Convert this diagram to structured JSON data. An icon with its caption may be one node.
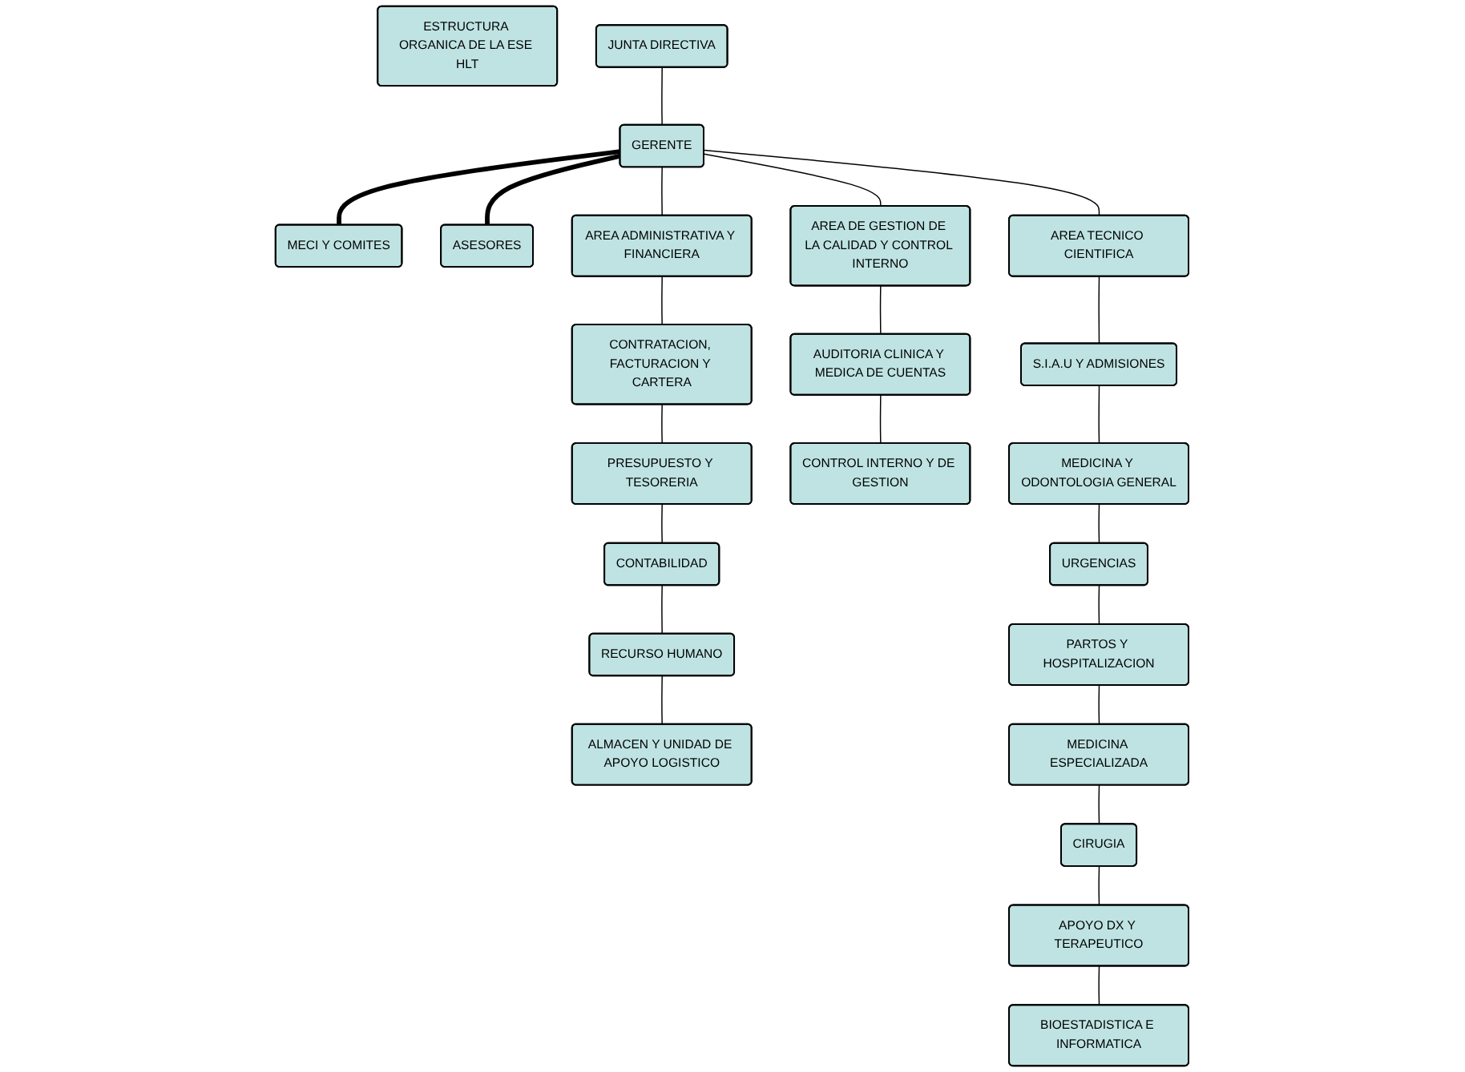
{
  "diagram": {
    "nodes": [
      {
        "text": [
          "ESTRUCTURA ORGANICA DE LA ESE HLT"
        ]
      },
      {
        "text": [
          "JUNTA DIRECTIVA"
        ]
      },
      {
        "text": [
          "GERENTE"
        ]
      },
      {
        "text": [
          "MECI Y COMITES"
        ]
      },
      {
        "text": [
          "ASESORES"
        ]
      },
      {
        "text": [
          "AREA ADMINISTRATIVA Y FINANCIERA"
        ]
      },
      {
        "text": [
          "AREA DE GESTION DE LA CALIDAD Y CONTROL INTERNO"
        ]
      },
      {
        "text": [
          "AREA TECNICO CIENTIFICA"
        ]
      },
      {
        "text": [
          "CONTRATACION, FACTURACION Y CARTERA"
        ]
      },
      {
        "text": [
          "PRESUPUESTO Y TESORERIA"
        ]
      },
      {
        "text": [
          "CONTABILIDAD"
        ]
      },
      {
        "text": [
          "RECURSO HUMANO"
        ]
      },
      {
        "text": [
          "ALMACEN Y UNIDAD DE APOYO LOGISTICO"
        ]
      },
      {
        "text": [
          "AUDITORIA CLINICA Y MEDICA DE CUENTAS"
        ]
      },
      {
        "text": [
          "CONTROL INTERNO Y DE GESTION"
        ]
      },
      {
        "text": [
          "S.I.A.U Y ADMISIONES"
        ]
      },
      {
        "text": [
          "MEDICINA Y ODONTOLOGIA GENERAL"
        ]
      },
      {
        "text": [
          "URGENCIAS"
        ]
      },
      {
        "text": [
          "PARTOS Y HOSPITALIZACION"
        ]
      },
      {
        "text": [
          "MEDICINA ESPECIALIZADA"
        ]
      },
      {
        "text": [
          "CIRUGIA"
        ]
      },
      {
        "text": [
          "APOYO DX Y TERAPEUTICO"
        ]
      },
      {
        "text": [
          "BIOESTADISTICA E INFORMATICA"
        ]
      }
    ],
    "edges": [
      {
        "from": 1,
        "to": 2,
        "arrow": "none"
      },
      {
        "from": 2,
        "to": 3,
        "arrow": "none",
        "style": "thick"
      },
      {
        "from": 2,
        "to": 4,
        "arrow": "none",
        "style": "thick"
      },
      {
        "from": 2,
        "to": 5,
        "arrow": "none"
      },
      {
        "from": 2,
        "to": 6,
        "arrow": "none"
      },
      {
        "from": 2,
        "to": 7,
        "arrow": "none"
      },
      {
        "from": 5,
        "to": 8,
        "arrow": "none"
      },
      {
        "from": 8,
        "to": 9,
        "arrow": "none"
      },
      {
        "from": 9,
        "to": 10,
        "arrow": "none"
      },
      {
        "from": 10,
        "to": 11,
        "arrow": "none"
      },
      {
        "from": 11,
        "to": 12,
        "arrow": "none"
      },
      {
        "from": 6,
        "to": 13,
        "arrow": "none"
      },
      {
        "from": 13,
        "to": 14,
        "arrow": "none"
      },
      {
        "from": 7,
        "to": 15,
        "arrow": "none"
      },
      {
        "from": 15,
        "to": 16,
        "arrow": "none"
      },
      {
        "from": 16,
        "to": 17,
        "arrow": "none"
      },
      {
        "from": 17,
        "to": 18,
        "arrow": "none"
      },
      {
        "from": 18,
        "to": 19,
        "arrow": "none"
      },
      {
        "from": 19,
        "to": 20,
        "arrow": "none"
      },
      {
        "from": 20,
        "to": 21,
        "arrow": "none"
      },
      {
        "from": 21,
        "to": 22,
        "arrow": "none"
      }
    ]
  }
}
